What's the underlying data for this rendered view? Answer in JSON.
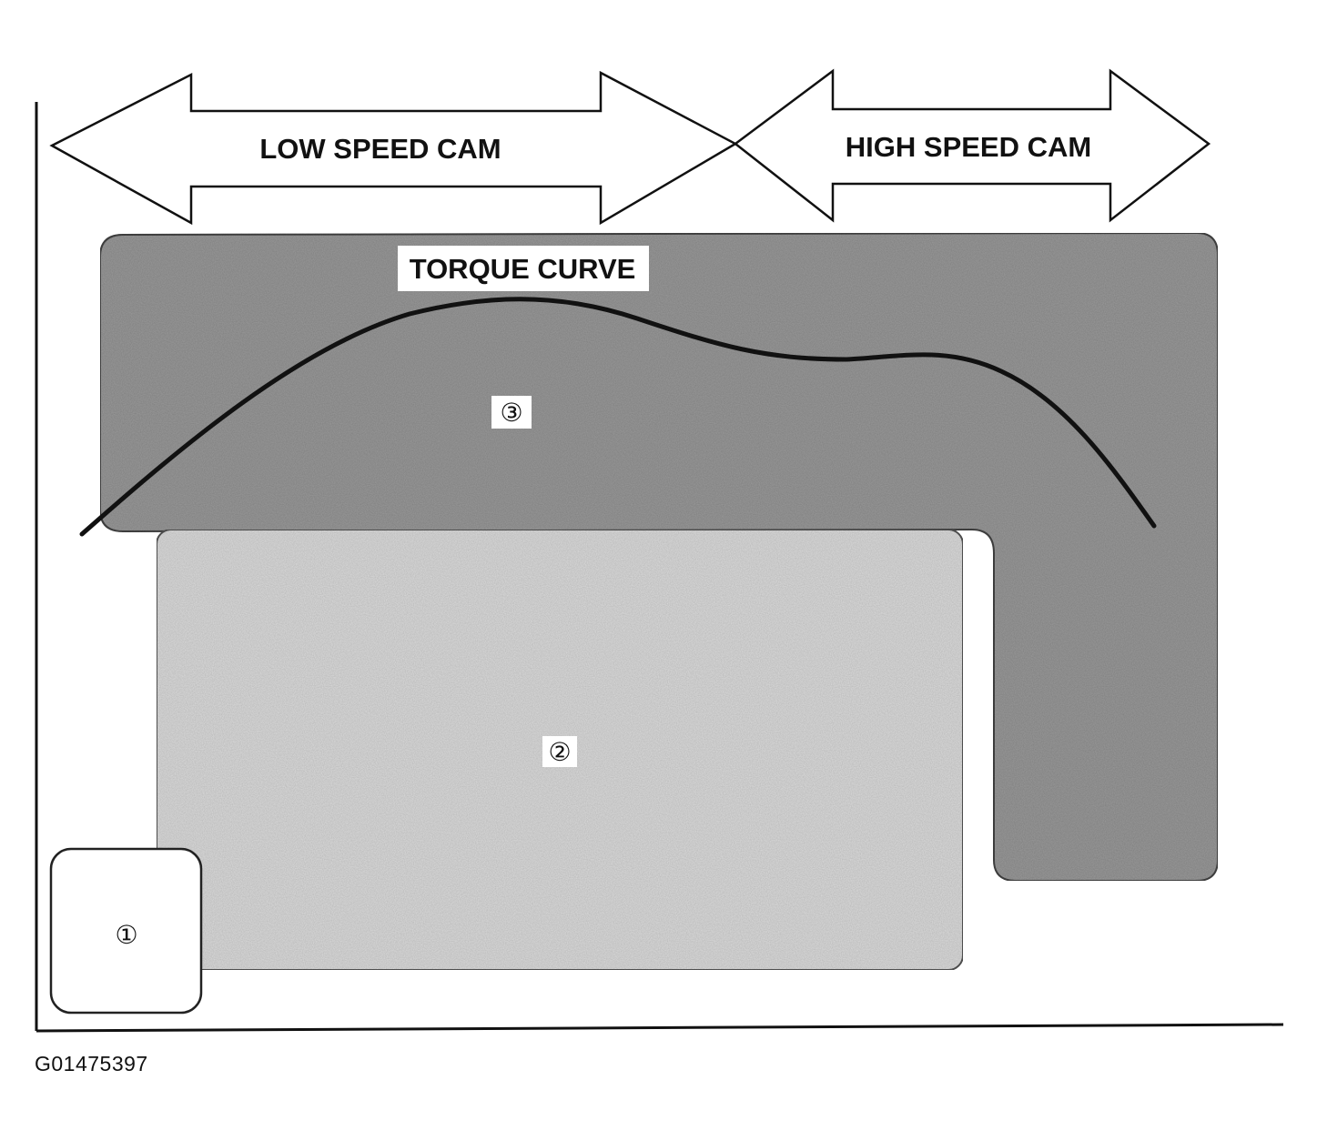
{
  "arrows": {
    "low_speed": "LOW SPEED CAM",
    "high_speed": "HIGH SPEED CAM"
  },
  "torque_curve_label": "TORQUE CURVE",
  "regions": {
    "region_1": "①",
    "region_2": "②",
    "region_3": "③"
  },
  "figure_id": "G01475397",
  "colors": {
    "region_1_fill": "#ffffff",
    "region_2_fill": "#dcdcdc",
    "region_3_fill": "#9a9a9a",
    "line": "#111111"
  }
}
